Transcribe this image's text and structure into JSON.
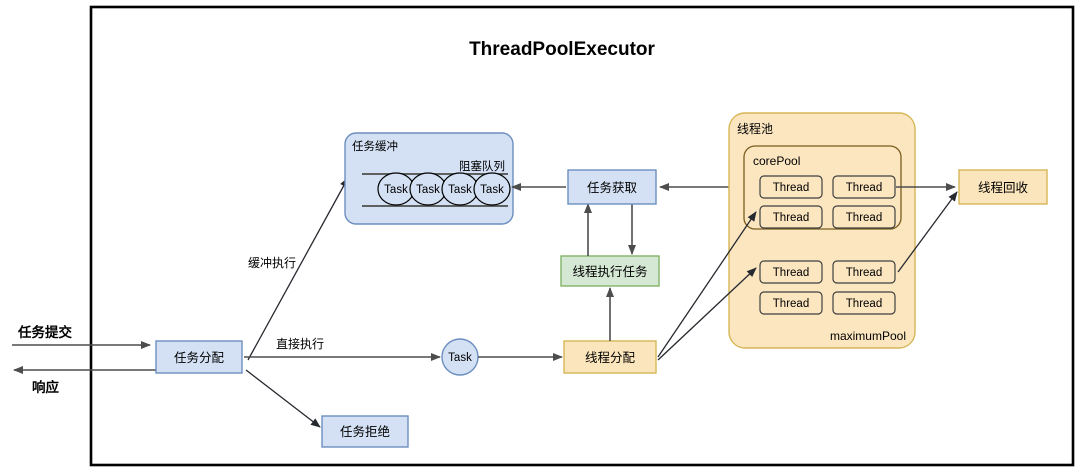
{
  "frame": {
    "title": "ThreadPoolExecutor",
    "border_color": "#000000",
    "background": "#ffffff"
  },
  "colors": {
    "blue_fill": "#d4e1f5",
    "blue_stroke": "#6c8ebf",
    "yellow_fill": "#fbe5bc",
    "yellow_stroke": "#d6b656",
    "yellow_pool_fill": "#fbe6c0",
    "green_fill": "#d5e8d4",
    "green_stroke": "#82b366",
    "arrow": "#4d4d4d",
    "arrow_dark": "#26292f",
    "text": "#000000"
  },
  "external": {
    "submit_label": "任务提交",
    "response_label": "响应"
  },
  "nodes": {
    "task_dispatch": {
      "label": "任务分配",
      "type": "blue-box"
    },
    "task_reject": {
      "label": "任务拒绝",
      "type": "blue-box"
    },
    "task_buffer": {
      "label": "任务缓冲",
      "queue_label": "阻塞队列",
      "type": "blue-rounded",
      "tasks": [
        "Task",
        "Task",
        "Task",
        "Task"
      ]
    },
    "task_circle": {
      "label": "Task",
      "type": "blue-circle"
    },
    "task_fetch": {
      "label": "任务获取",
      "type": "blue-box"
    },
    "thread_execute": {
      "label": "线程执行任务",
      "type": "green-box"
    },
    "thread_allocate": {
      "label": "线程分配",
      "type": "yellow-box"
    },
    "thread_recycle": {
      "label": "线程回收",
      "type": "yellow-box"
    },
    "thread_pool": {
      "label": "线程池",
      "type": "yellow-rounded",
      "maximum_pool_label": "maximumPool",
      "core_pool": {
        "label": "corePool",
        "threads": [
          "Thread",
          "Thread",
          "Thread",
          "Thread"
        ]
      },
      "extra_threads": [
        "Thread",
        "Thread",
        "Thread",
        "Thread"
      ]
    }
  },
  "edges": [
    {
      "name": "buffer-execute",
      "label": "缓冲执行",
      "from": "task_dispatch",
      "to": "task_buffer"
    },
    {
      "name": "direct-execute",
      "label": "直接执行",
      "from": "task_dispatch",
      "to": "task_circle"
    },
    {
      "name": "reject",
      "label": "",
      "from": "task_dispatch",
      "to": "task_reject"
    },
    {
      "name": "task-to-allocate",
      "label": "",
      "from": "task_circle",
      "to": "thread_allocate"
    },
    {
      "name": "allocate-to-execute",
      "label": "",
      "from": "thread_allocate",
      "to": "thread_execute"
    },
    {
      "name": "execute-to-fetch",
      "label": "",
      "from": "thread_execute",
      "to": "task_fetch"
    },
    {
      "name": "fetch-to-execute",
      "label": "",
      "from": "task_fetch",
      "to": "thread_execute"
    },
    {
      "name": "fetch-to-buffer",
      "label": "",
      "from": "task_fetch",
      "to": "task_buffer"
    },
    {
      "name": "pool-to-fetch",
      "label": "",
      "from": "thread_pool",
      "to": "task_fetch"
    },
    {
      "name": "allocate-to-corepool",
      "label": "",
      "from": "thread_allocate",
      "to": "thread_pool"
    },
    {
      "name": "allocate-to-maxpool",
      "label": "",
      "from": "thread_allocate",
      "to": "thread_pool"
    },
    {
      "name": "corepool-to-recycle",
      "label": "",
      "from": "thread_pool",
      "to": "thread_recycle"
    },
    {
      "name": "maxpool-to-recycle",
      "label": "",
      "from": "thread_pool",
      "to": "thread_recycle"
    }
  ]
}
